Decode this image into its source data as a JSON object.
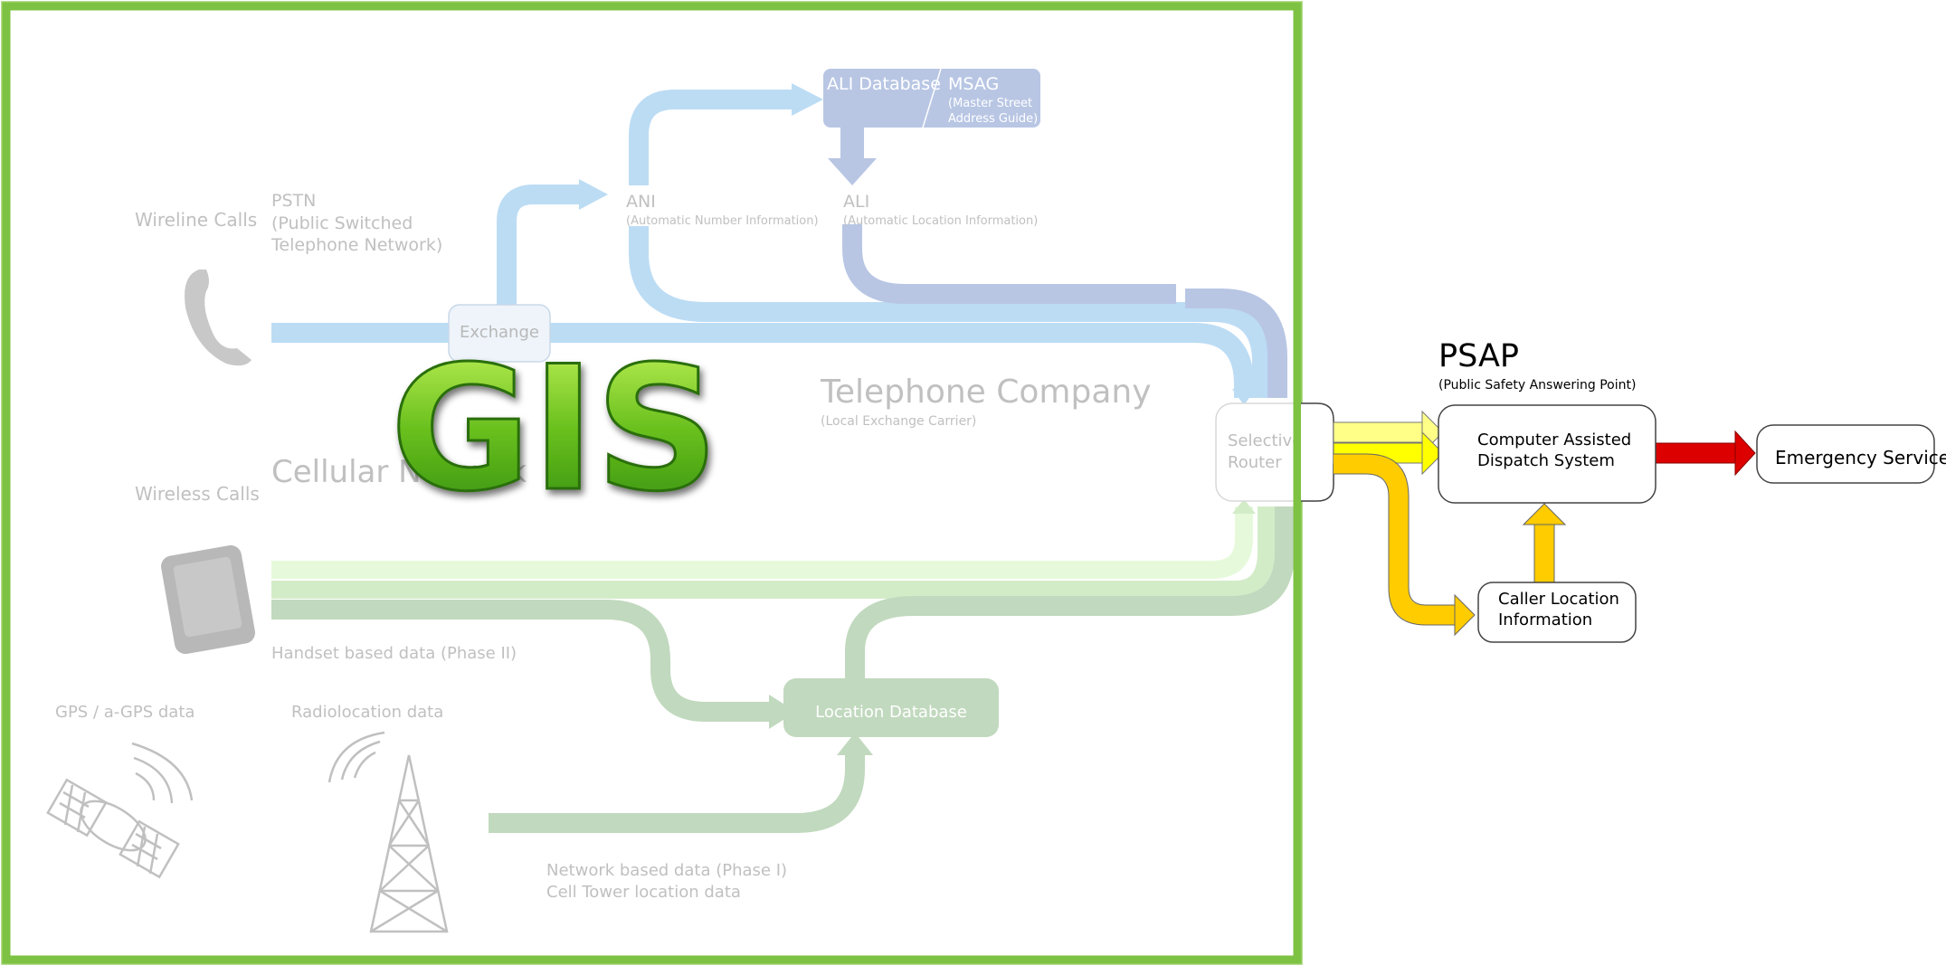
{
  "colors": {
    "frame_green": "#7dc242",
    "wireline_blue": "#bcdcf4",
    "ali_blue": "#b8c6e4",
    "wireless_light": "#e6fadb",
    "wireless_mid": "#d3ecc8",
    "wireless_dark": "#c1d9be",
    "yellow_light": "#ffff88",
    "yellow": "#ffff00",
    "orange": "#ffcc00",
    "red": "#dd0000",
    "gis_green_top": "#b8f04a",
    "gis_green_bottom": "#2f8a0c"
  },
  "overlay": {
    "title": "GIS"
  },
  "telco": {
    "wireline_label": "Wireline Calls",
    "pstn_label": "PSTN",
    "pstn_sub1": "(Public Switched",
    "pstn_sub2": "Telephone Network)",
    "exchange": "Exchange",
    "ali_db": "ALI Database",
    "msag": "MSAG",
    "msag_sub1": "(Master Street",
    "msag_sub2": "Address Guide)",
    "ani": "ANI",
    "ani_sub": "(Automatic Number Information)",
    "ali": "ALI",
    "ali_sub": "(Automatic Location Information)",
    "company": "Telephone Company",
    "company_sub": "(Local Exchange Carrier)",
    "router_line1": "Selective",
    "router_line2": "Router"
  },
  "cellular": {
    "wireless_label": "Wireless Calls",
    "network_title": "Cellular Network",
    "handset_data": "Handset based data (Phase II)",
    "gps_label": "GPS / a-GPS data",
    "radio_label": "Radiolocation data",
    "location_db": "Location Database",
    "network_data1": "Network based data (Phase I)",
    "network_data2": "Cell Tower location data"
  },
  "psap": {
    "title": "PSAP",
    "subtitle": "(Public Safety Answering Point)",
    "cad_line1": "Computer Assisted",
    "cad_line2": "Dispatch System",
    "cli_line1": "Caller Location",
    "cli_line2": "Information",
    "emergency": "Emergency Service"
  }
}
